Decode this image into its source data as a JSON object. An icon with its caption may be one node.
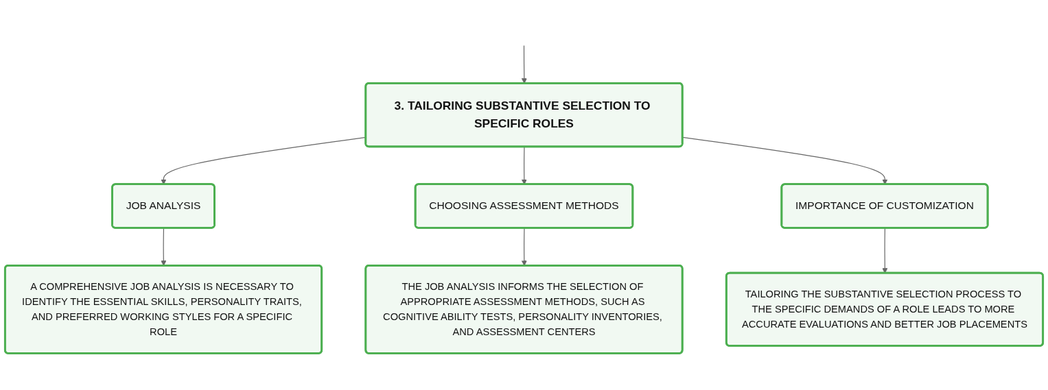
{
  "diagram": {
    "nodes": [
      {
        "text": [
          "3. TAILORING SUBSTANTIVE SELECTION TO SPECIFIC ROLES"
        ]
      },
      {
        "text": [
          "JOB ANALYSIS"
        ]
      },
      {
        "text": [
          "CHOOSING ASSESSMENT METHODS"
        ]
      },
      {
        "text": [
          "IMPORTANCE OF CUSTOMIZATION"
        ]
      },
      {
        "text": [
          "A COMPREHENSIVE JOB ANALYSIS IS NECESSARY TO IDENTIFY THE ESSENTIAL SKILLS, PERSONALITY TRAITS, AND PREFERRED WORKING STYLES FOR A SPECIFIC ROLE"
        ]
      },
      {
        "text": [
          "THE JOB ANALYSIS INFORMS THE SELECTION OF APPROPRIATE ASSESSMENT METHODS, SUCH AS COGNITIVE ABILITY TESTS, PERSONALITY INVENTORIES, AND ASSESSMENT CENTERS"
        ]
      },
      {
        "text": [
          "TAILORING THE SUBSTANTIVE SELECTION PROCESS TO THE SPECIFIC DEMANDS OF A ROLE LEADS TO MORE ACCURATE EVALUATIONS AND BETTER JOB PLACEMENTS"
        ]
      }
    ],
    "edges": [
      {
        "from": null,
        "to": 0,
        "arrow": "to"
      },
      {
        "from": 0,
        "to": 1,
        "arrow": "to"
      },
      {
        "from": 0,
        "to": 2,
        "arrow": "to"
      },
      {
        "from": 0,
        "to": 3,
        "arrow": "to"
      },
      {
        "from": 1,
        "to": 4,
        "arrow": "to"
      },
      {
        "from": 2,
        "to": 5,
        "arrow": "to"
      },
      {
        "from": 3,
        "to": 6,
        "arrow": "to"
      }
    ]
  }
}
